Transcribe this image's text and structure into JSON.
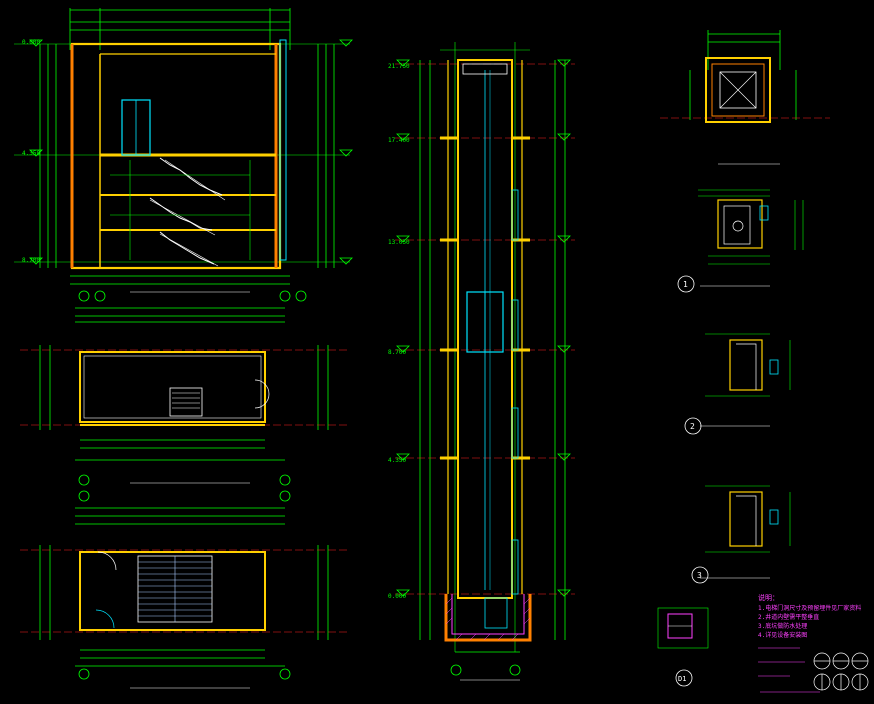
{
  "colors": {
    "background": "#000000",
    "dim": "#00ff00",
    "wall": "#ffd000",
    "wall_orange": "#ff8000",
    "axis": "#ff2020",
    "detail": "#ffffff",
    "glass": "#00e5ff",
    "stair": "#c0c0ff",
    "note": "#ff40ff"
  },
  "levels": [
    "0.000",
    "4.350",
    "8.700",
    "13.050",
    "17.400",
    "21.750"
  ],
  "axis_labels": {
    "a1": "1",
    "a2": "2",
    "a3": "3",
    "a4": "D1"
  },
  "sheet": {
    "note_title": "说明：",
    "note_lines": [
      "1.电梯门洞尺寸及预留埋件见厂家资料",
      "2.井道内壁需平整垂直",
      "3.底坑做防水处理",
      "4.详见设备安装图"
    ]
  }
}
